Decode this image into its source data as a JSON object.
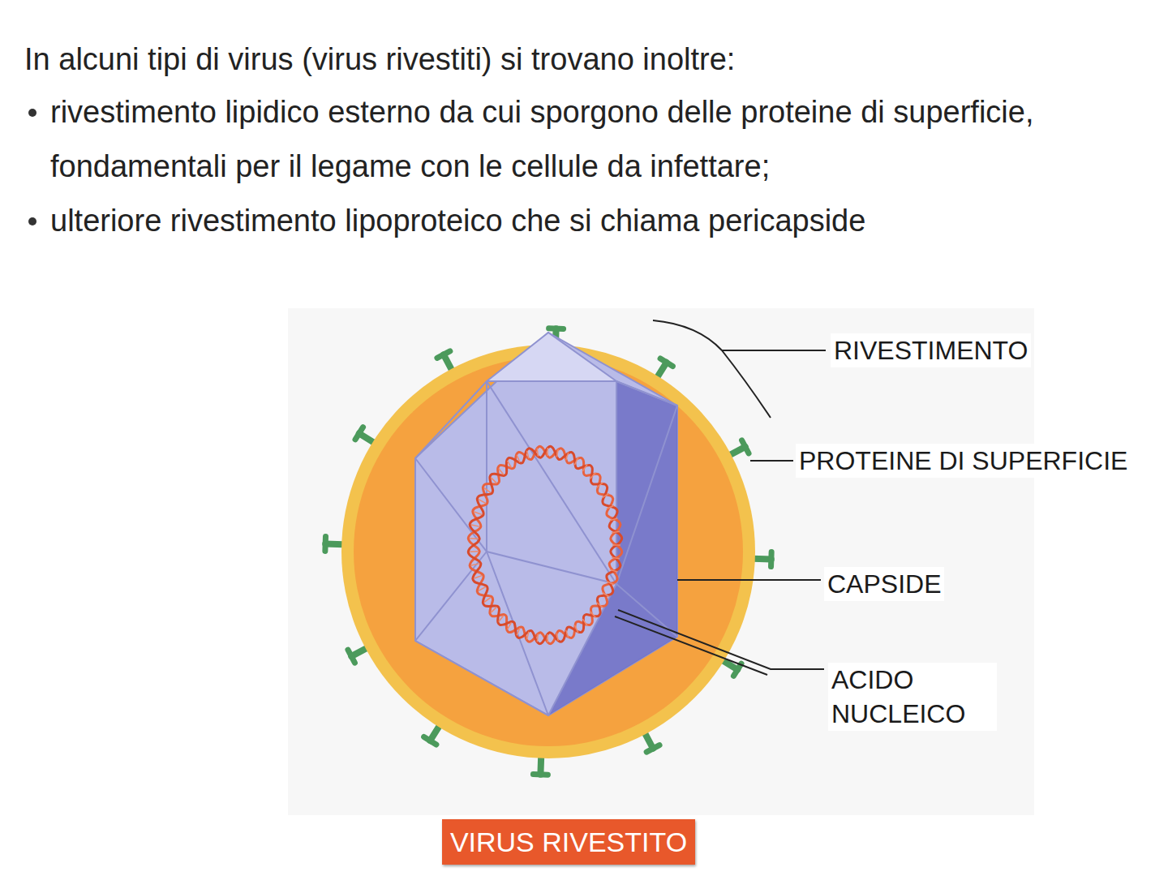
{
  "diagram": {
    "title": "In alcuni tipi di virus (virus rivestiti) si trovano inoltre:",
    "caption": "VIRUS RIVESTITO",
    "labels": [
      "rivestimento lipidico esterno da cui sporgono delle proteine di superficie, fondamentali per il legame con le cellule da infettare;",
      "ulteriore rivestimento lipoproteico che si chiama pericapside",
      "RIVESTIMENTO",
      "PROTEINE DI SUPERFICIE",
      "CAPSIDE",
      "ACIDO NUCLEICO"
    ]
  }
}
